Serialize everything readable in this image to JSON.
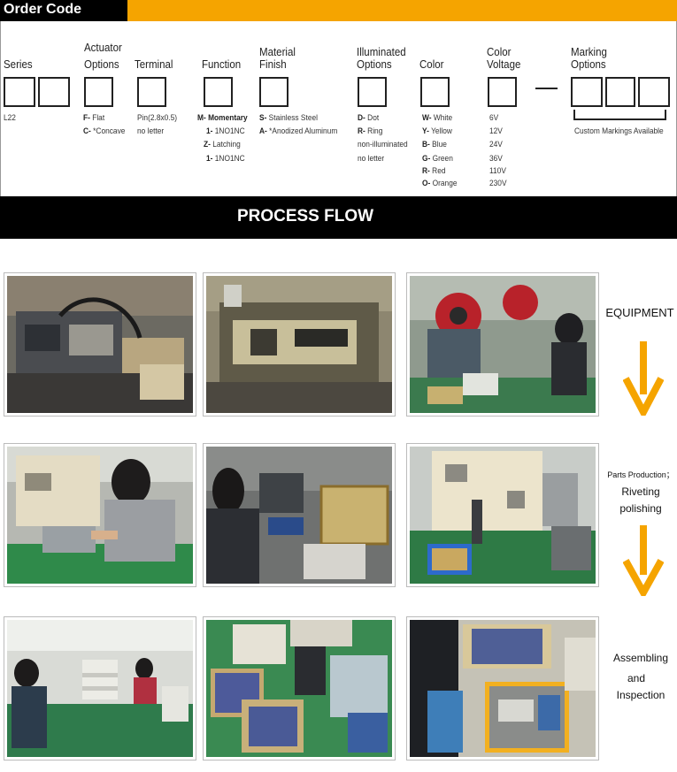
{
  "order_code": {
    "title": "Order Code",
    "columns": {
      "series": {
        "header": "Series",
        "code": "L22"
      },
      "actuator": {
        "header_line1": "Actuator",
        "header_line2": "Options",
        "options": [
          {
            "code": "F-",
            "label": "Flat"
          },
          {
            "code": "C-",
            "label": "*Concave"
          }
        ]
      },
      "terminal": {
        "header": "Terminal",
        "options": [
          "Pin(2.8x0.5)",
          "no letter"
        ]
      },
      "function": {
        "header": "Function",
        "options": [
          {
            "code": "M-",
            "label": "Momentary"
          },
          {
            "code": "1-",
            "label": "1NO1NC"
          },
          {
            "code": "Z-",
            "label": "Latching"
          },
          {
            "code": "1-",
            "label": "1NO1NC"
          }
        ]
      },
      "material": {
        "header_line1": "Material",
        "header_line2": "Finish",
        "options": [
          {
            "code": "S-",
            "label": "Stainless Steel"
          },
          {
            "code": "A-",
            "label": "*Anodized Aluminum"
          }
        ]
      },
      "illuminated": {
        "header_line1": "Illuminated",
        "header_line2": "Options",
        "options": [
          {
            "code": "D-",
            "label": "Dot"
          },
          {
            "code": "R-",
            "label": "Ring"
          },
          {
            "code": "",
            "label": "non-illuminated"
          },
          {
            "code": "",
            "label": "no letter"
          }
        ]
      },
      "color": {
        "header": "Color",
        "options": [
          {
            "code": "W-",
            "label": "White"
          },
          {
            "code": "Y-",
            "label": "Yellow"
          },
          {
            "code": "B-",
            "label": "Blue"
          },
          {
            "code": "G-",
            "label": "Green"
          },
          {
            "code": "R-",
            "label": "Red"
          },
          {
            "code": "O-",
            "label": "Orange"
          }
        ]
      },
      "voltage": {
        "header_line1": "Color",
        "header_line2": "Voltage",
        "options": [
          "6V",
          "12V",
          "24V",
          "36V",
          "110V",
          "230V"
        ]
      },
      "marking": {
        "header_line1": "Marking",
        "header_line2": "Options",
        "note": "Custom Markings Available"
      }
    }
  },
  "process_flow": {
    "title": "PROCESS FLOW",
    "steps": {
      "equipment": "EQUIPMENT",
      "parts_production": "Parts Production；",
      "riveting": "Riveting",
      "polishing": "polishing",
      "assembling": "Assembling",
      "and": "and",
      "inspection": "Inspection"
    }
  },
  "colors": {
    "header_orange": "#f5a400",
    "bar_black": "#000000",
    "arrow_orange": "#f5a400"
  }
}
